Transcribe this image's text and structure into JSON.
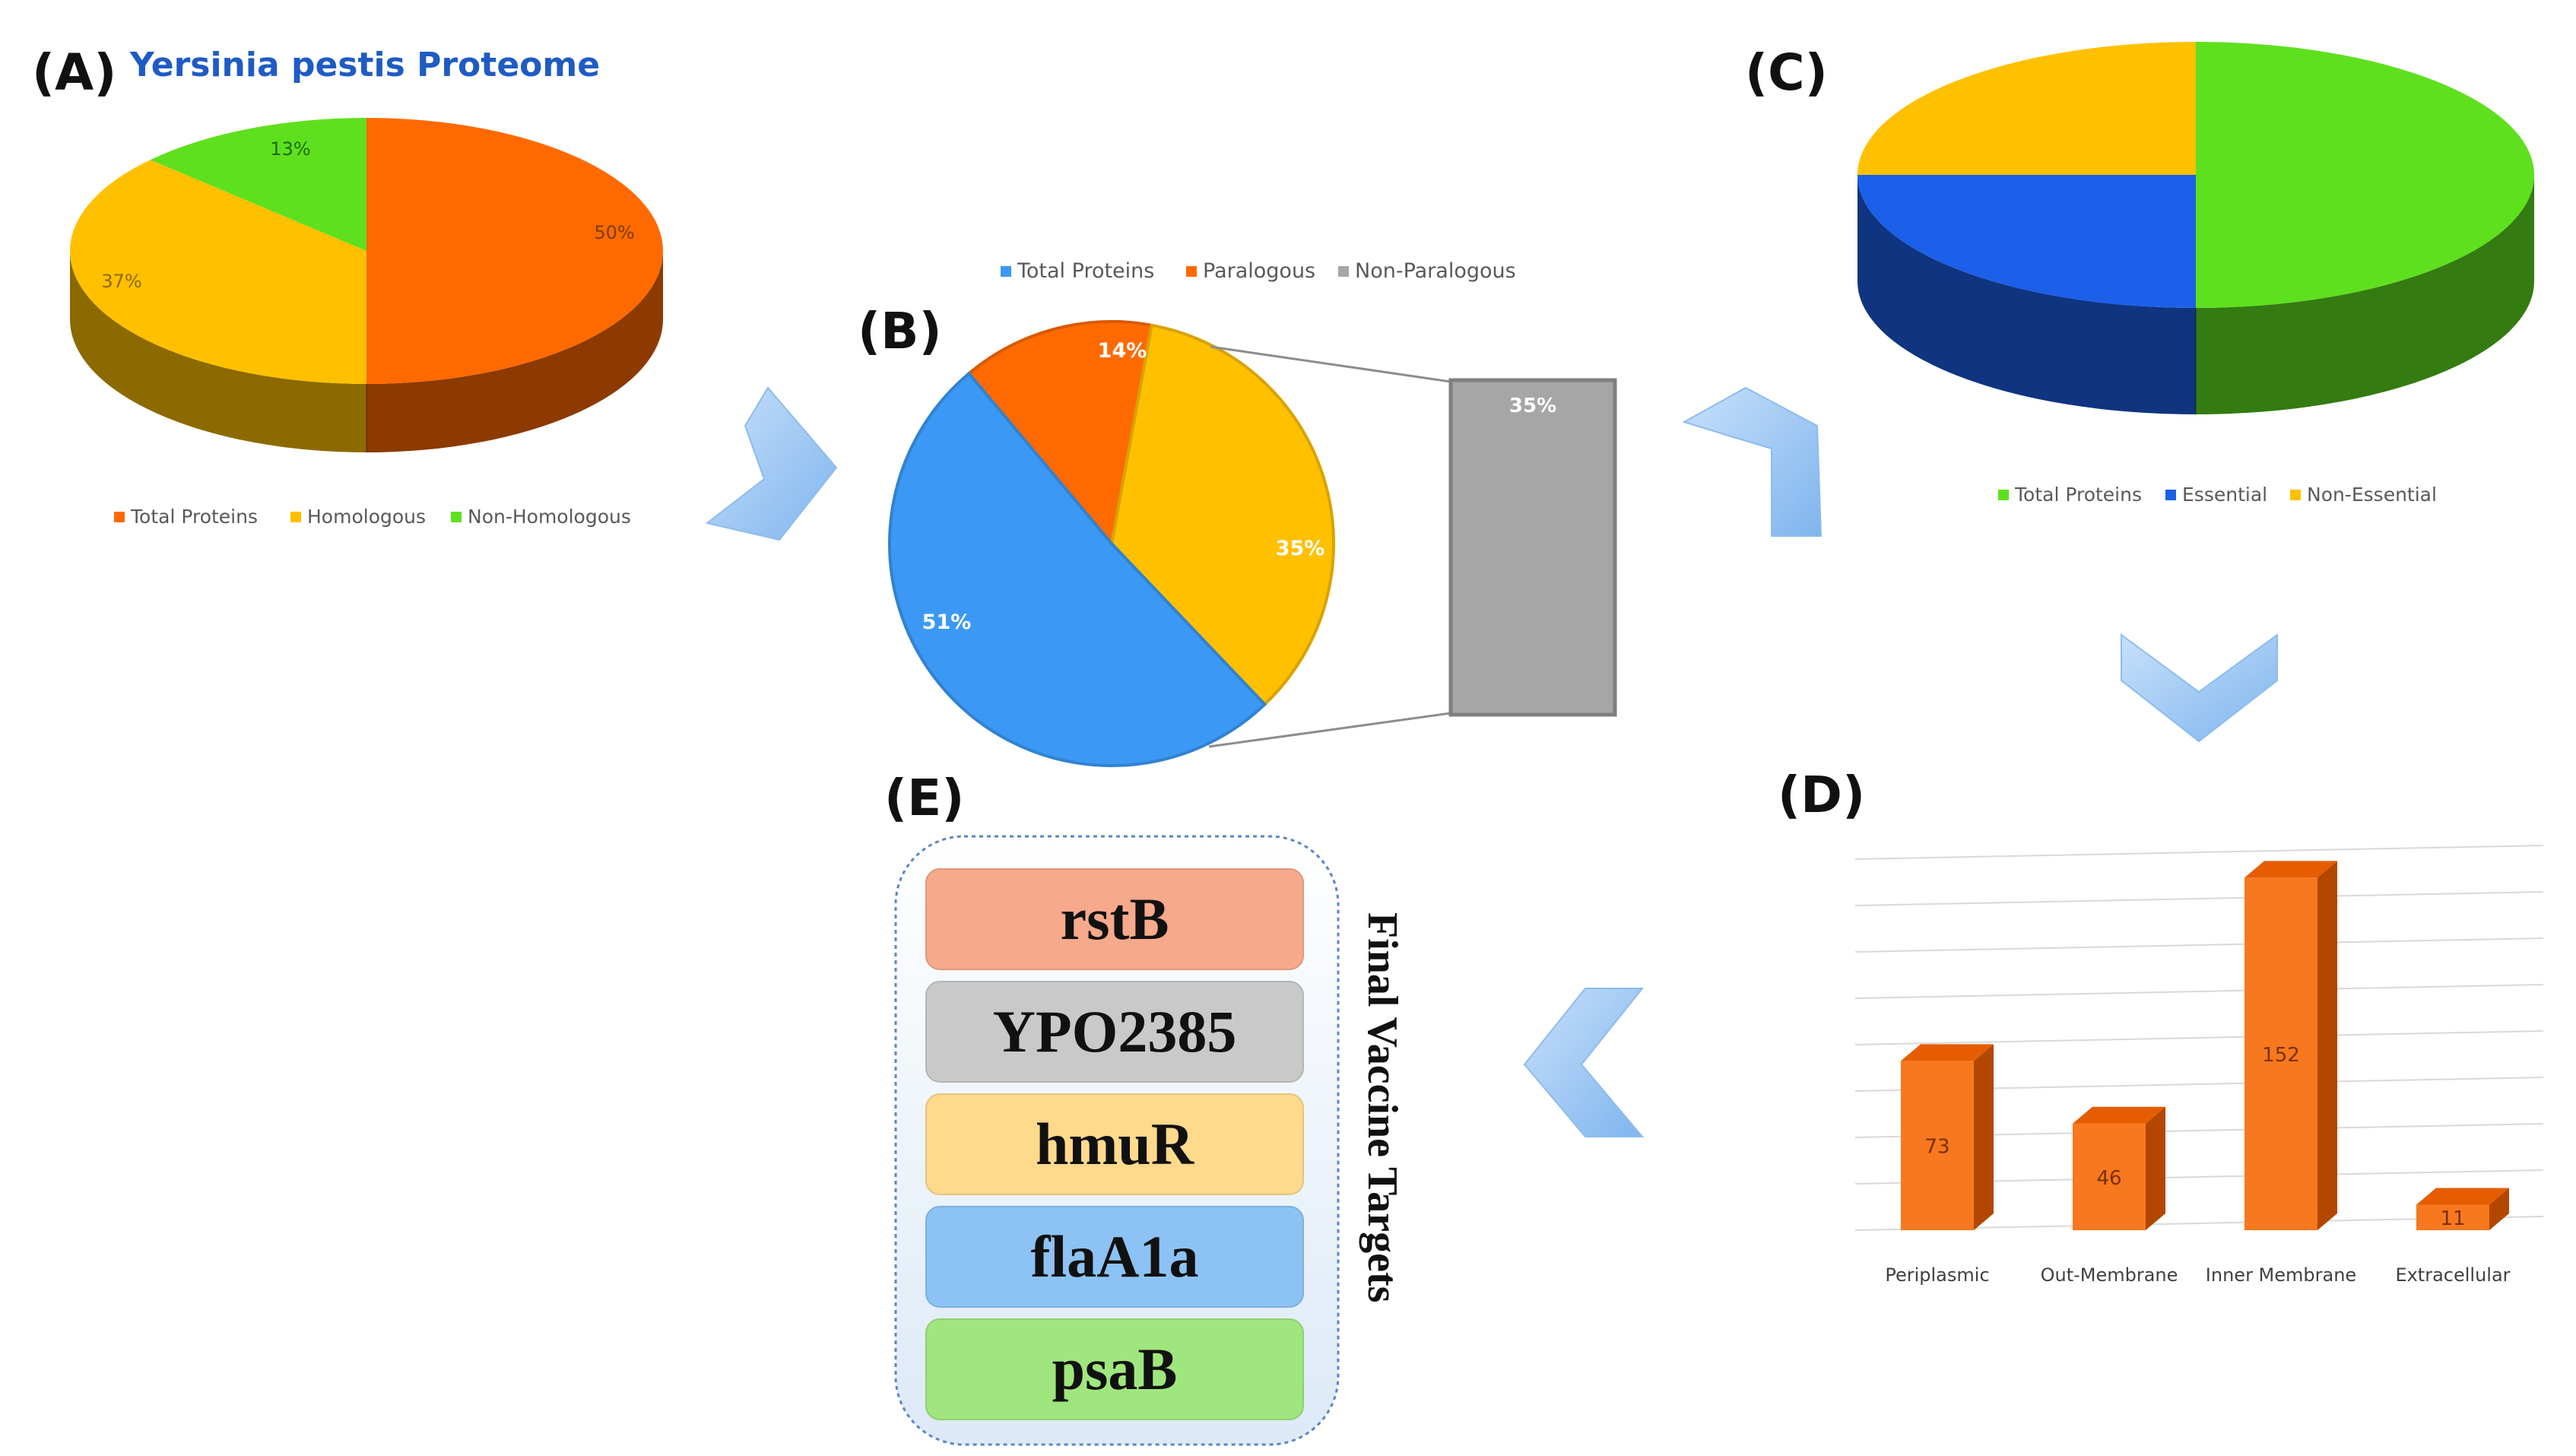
{
  "panel_labels": {
    "a": "(A)",
    "b": "(B)",
    "c": "(C)",
    "d": "(D)",
    "e": "(E)"
  },
  "colors": {
    "orange": "#FF6A00",
    "yellow": "#FFC000",
    "green": "#5FE01E",
    "blue": "#3B99F5",
    "royal_blue": "#1C5FE8",
    "gray": "#A6A6A6",
    "title_blue": "#1F5BC4",
    "arrow": "#9DC8F4"
  },
  "chart_data": [
    {
      "id": "A",
      "type": "pie",
      "title": "Yersinia pestis Proteome",
      "legend_position": "bottom",
      "categories": [
        "Total Proteins",
        "Homologous",
        "Non-Homologous"
      ],
      "values": [
        50,
        37,
        13
      ],
      "data_labels": [
        "50%",
        "37%",
        "13%"
      ],
      "colors": [
        "#FF6A00",
        "#FFC000",
        "#5FE01E"
      ]
    },
    {
      "id": "B",
      "type": "pie",
      "legend_position": "top",
      "categories": [
        "Total Proteins",
        "Paralogous",
        "Non-Paralogous"
      ],
      "values": [
        51,
        14,
        35
      ],
      "data_labels": [
        "51%",
        "14%",
        "35%"
      ],
      "colors": [
        "#3B99F5",
        "#FF6A00",
        "#FFC000"
      ],
      "breakout_bar": {
        "label": "35%",
        "color": "#A6A6A6"
      }
    },
    {
      "id": "C",
      "type": "pie",
      "legend_position": "bottom",
      "categories": [
        "Total Proteins",
        "Essential",
        "Non-Essential"
      ],
      "values": [
        50,
        25,
        25
      ],
      "colors": [
        "#5FE01E",
        "#1C5FE8",
        "#FFC000"
      ]
    },
    {
      "id": "D",
      "type": "bar",
      "categories": [
        "Periplasmic",
        "Out-Membrane",
        "Inner Membrane",
        "Extracellular"
      ],
      "values": [
        73,
        46,
        152,
        11
      ],
      "ylim": [
        0,
        160
      ],
      "grid": true
    }
  ],
  "targets": {
    "title": "Final Vaccine Targets",
    "items": [
      {
        "label": "rstB",
        "color": "#F7A98B"
      },
      {
        "label": "YPO2385",
        "color": "#C9C9C9"
      },
      {
        "label": "hmuR",
        "color": "#FFD98C"
      },
      {
        "label": "flaA1a",
        "color": "#8CC3F4"
      },
      {
        "label": "psaB",
        "color": "#A0E67E"
      }
    ]
  }
}
